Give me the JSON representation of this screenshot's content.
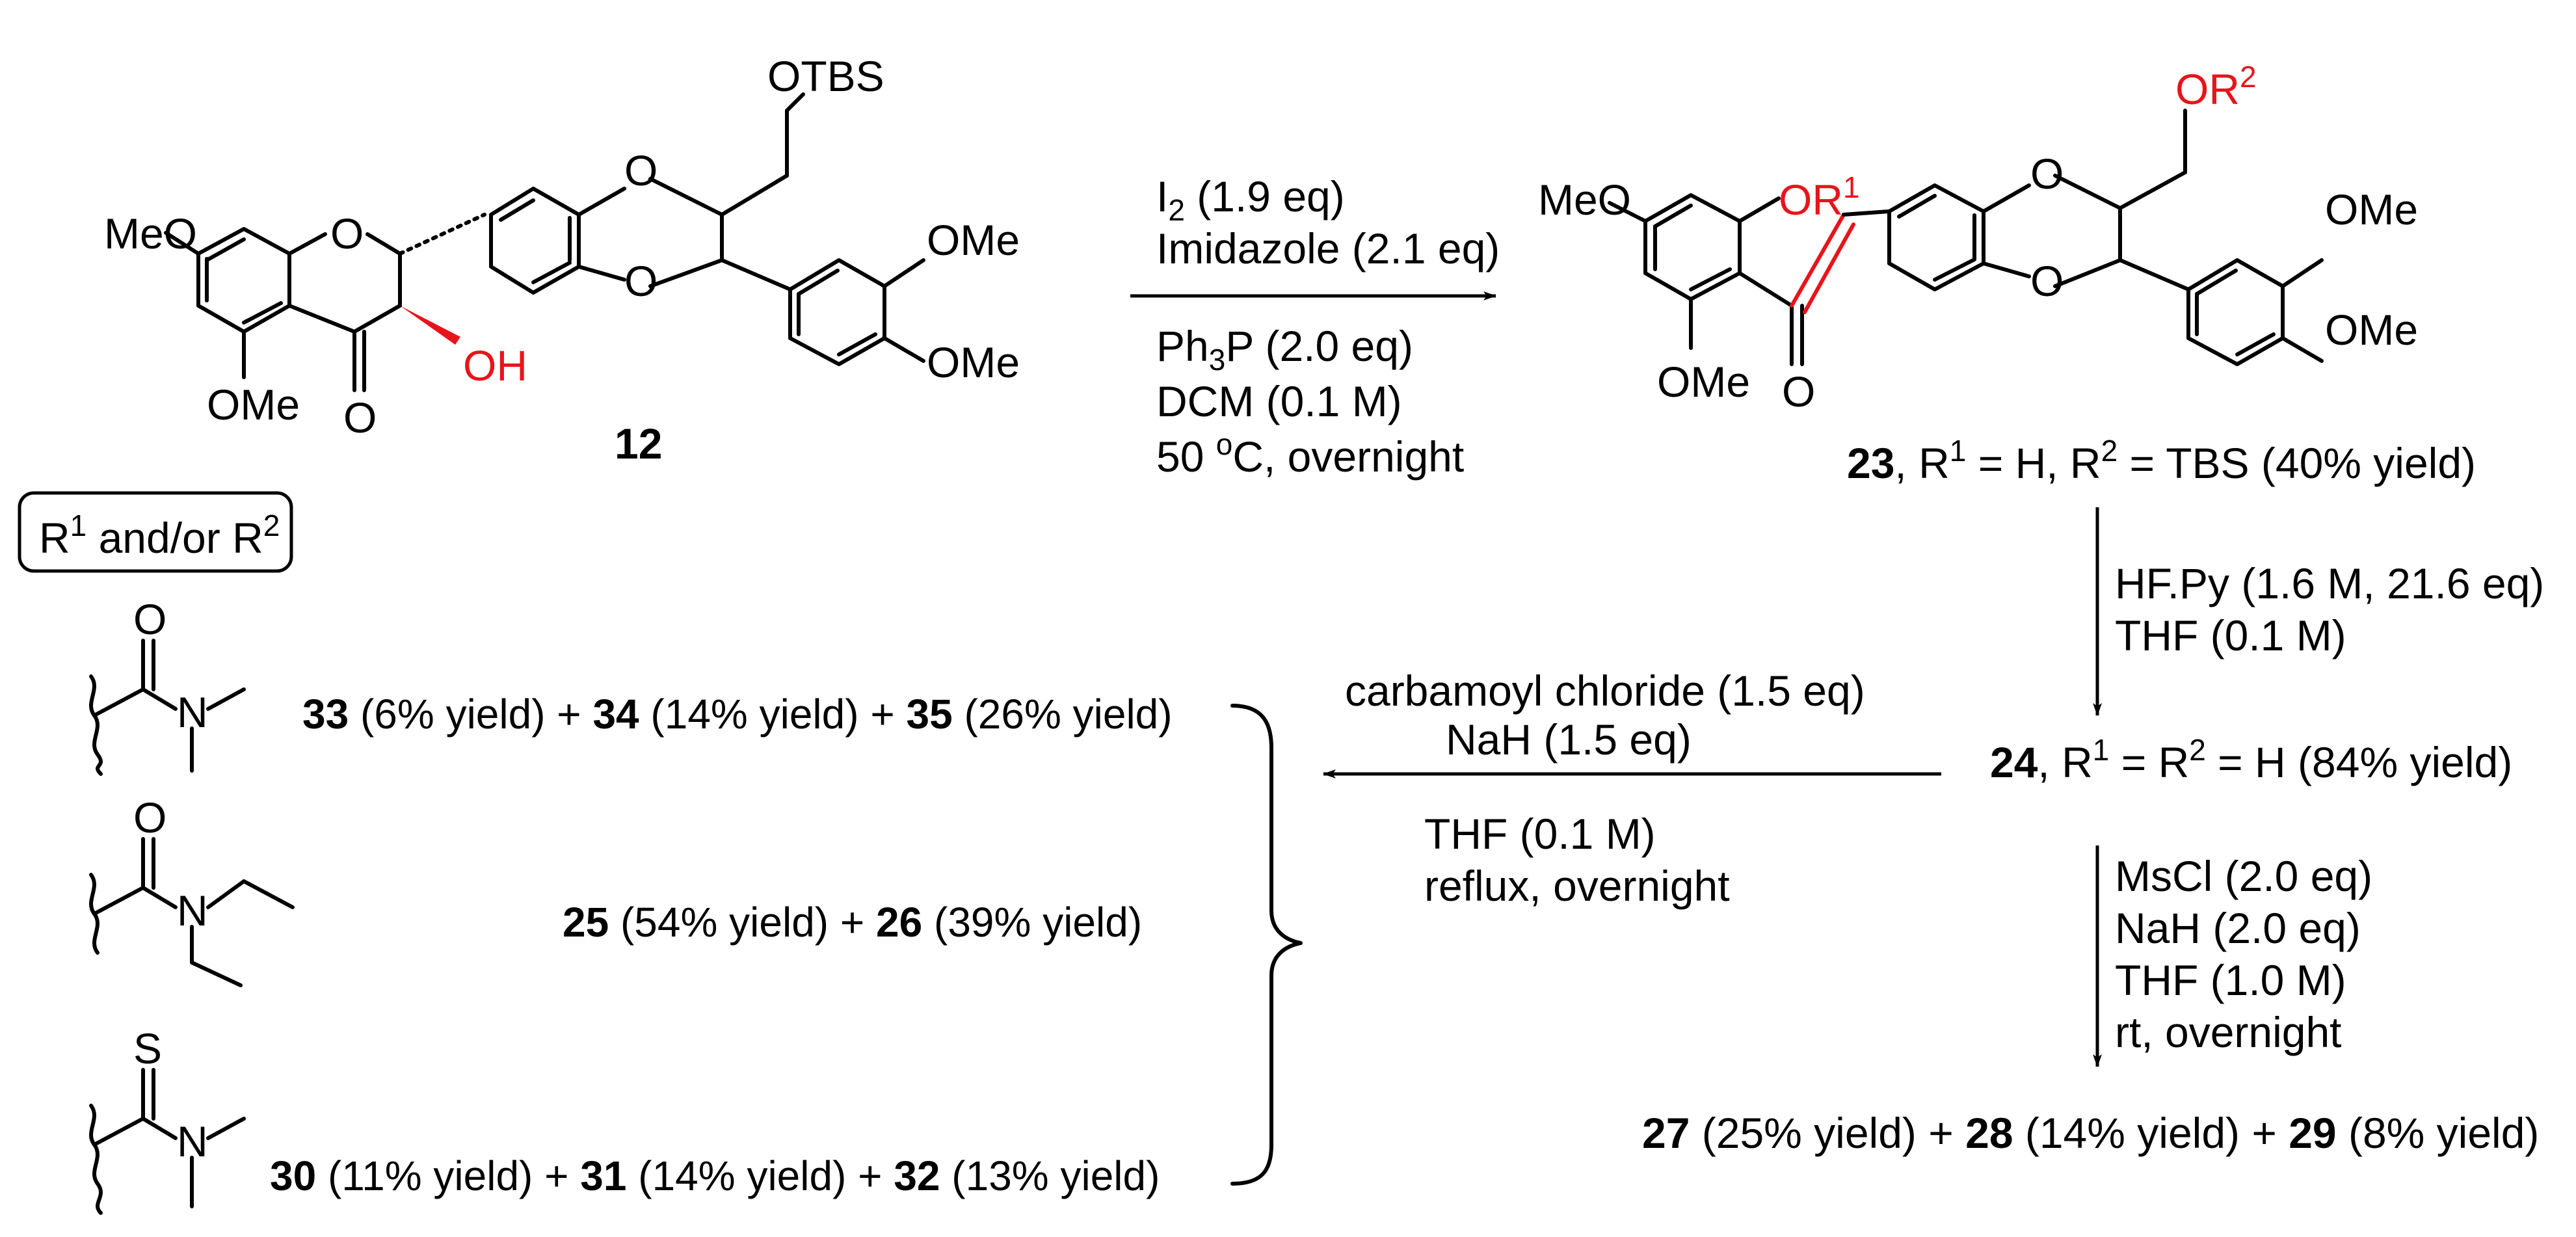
{
  "compound12": {
    "id": "12",
    "otbs": "OTBS",
    "meo_left": "MeO",
    "ome_bottom": "OMe",
    "ketone_o": "O",
    "oh": "OH",
    "ring_o1": "O",
    "ring_o2": "O",
    "ring_o3": "O",
    "ome_r1": "OMe",
    "ome_r2": "OMe"
  },
  "step1": {
    "l1": "I",
    "l1_sub": "2",
    "l1_rest": " (1.9 eq)",
    "l2": "Imidazole (2.1 eq)",
    "l3_a": "Ph",
    "l3_sub": "3",
    "l3_b": "P (2.0 eq)",
    "l4": "DCM (0.1 M)",
    "l5_a": "50 ",
    "l5_sup": "o",
    "l5_b": "C, overnight"
  },
  "compound23": {
    "meo": "MeO",
    "or1": "OR",
    "or1_sup": "1",
    "or2": "OR",
    "or2_sup": "2",
    "ome_bottom": "OMe",
    "ketone_o": "O",
    "ring_o1": "O",
    "ring_o2": "O",
    "ome_r1": "OMe",
    "ome_r2": "OMe",
    "id": "23",
    "caption_a": ", R",
    "caption_sup1": "1",
    "caption_b": " = H, R",
    "caption_sup2": "2",
    "caption_c": " = TBS (40% yield)"
  },
  "step2": {
    "l1": "HF.Py (1.6 M, 21.6 eq)",
    "l2": "THF (0.1 M)"
  },
  "compound24": {
    "id": "24",
    "a": ", R",
    "sup1": "1",
    "b": " = R",
    "sup2": "2",
    "c": " = H (84% yield)"
  },
  "step3": {
    "l1": "carbamoyl chloride (1.5 eq)",
    "l2": "NaH (1.5 eq)",
    "l3": "THF (0.1 M)",
    "l4": "reflux, overnight"
  },
  "step4": {
    "l1": "MsCl (2.0 eq)",
    "l2": "NaH (2.0 eq)",
    "l3": "THF (1.0 M)",
    "l4": "rt, overnight"
  },
  "mesyl_products": {
    "c1": "27",
    "y1": " (25% yield) + ",
    "c2": "28",
    "y2": " (14% yield) + ",
    "c3": "29",
    "y3": " (8% yield)"
  },
  "rgroup_box": {
    "a": "R",
    "sup1": "1",
    "b": " and/or R",
    "sup2": "2"
  },
  "group1": {
    "o": "O",
    "n": "N",
    "c1": "33",
    "y1": " (6% yield) + ",
    "c2": "34",
    "y2": " (14% yield) + ",
    "c3": "35",
    "y3": " (26% yield)"
  },
  "group2": {
    "o": "O",
    "n": "N",
    "c1": "25",
    "y1": " (54% yield) + ",
    "c2": "26",
    "y2": " (39% yield)"
  },
  "group3": {
    "s": "S",
    "n": "N",
    "c1": "30",
    "y1": " (11% yield) + ",
    "c2": "31",
    "y2": " (14% yield) + ",
    "c3": "32",
    "y3": " (13% yield)"
  },
  "colors": {
    "highlight": "#e8141b",
    "ink": "#000000"
  }
}
